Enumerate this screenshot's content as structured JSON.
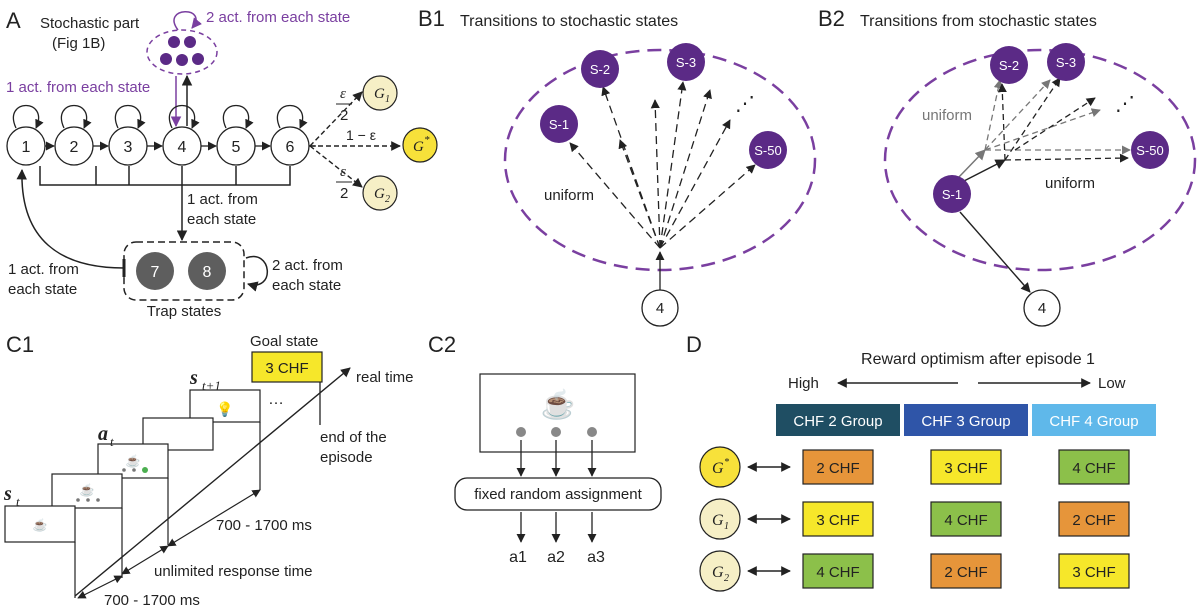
{
  "panel_A": {
    "letter": "A",
    "stochastic_title_1": "Stochastic part",
    "stochastic_title_2": "(Fig 1B)",
    "two_act_label": "2 act. from each state",
    "one_act_label_purple": "1 act. from each state",
    "states": [
      "1",
      "2",
      "3",
      "4",
      "5",
      "6"
    ],
    "trap_states": [
      "7",
      "8"
    ],
    "trap_caption": "Trap states",
    "one_act_middle_1": "1 act. from",
    "one_act_middle_2": "each state",
    "one_act_left_1": "1 act. from",
    "one_act_left_2": "each state",
    "two_act_trap_1": "2 act. from",
    "two_act_trap_2": "each state",
    "goal_G1": "G",
    "goal_G1_sub": "1",
    "goal_Gstar": "G",
    "goal_Gstar_sup": "*",
    "goal_G2": "G",
    "goal_G2_sub": "2",
    "eps": "ε",
    "two": "2",
    "one_minus_eps": "1 − ε"
  },
  "panel_B1": {
    "letter": "B1",
    "title": "Transitions to stochastic states",
    "nodes": [
      "S-1",
      "S-2",
      "S-3",
      "S-50"
    ],
    "dots": "⋰",
    "uniform": "uniform",
    "source": "4"
  },
  "panel_B2": {
    "letter": "B2",
    "title": "Transitions from stochastic states",
    "nodes": [
      "S-2",
      "S-3",
      "S-50",
      "S-1"
    ],
    "dots": "⋰",
    "uniform_gray": "uniform",
    "uniform_black": "uniform",
    "target": "4"
  },
  "panel_C1": {
    "letter": "C1",
    "goal_state": "Goal state",
    "goal_value": "3 CHF",
    "real_time": "real time",
    "end_1": "end of the",
    "end_2": "episode",
    "s_t1": "s",
    "s_t1_sub": "t+1",
    "a_t": "a",
    "a_t_sub": "t",
    "s_t": "s",
    "s_t_sub": "t",
    "ellipsis": "…",
    "dur_1": "700 - 1700 ms",
    "dur_response": "unlimited response time",
    "dur_2": "700 - 1700 ms",
    "cup": "☕",
    "bulb": "💡"
  },
  "panel_C2": {
    "letter": "C2",
    "cup": "☕",
    "assignment": "fixed random assignment",
    "actions": [
      "a1",
      "a2",
      "a3"
    ]
  },
  "panel_D": {
    "letter": "D",
    "title": "Reward optimism after episode 1",
    "high": "High",
    "low": "Low",
    "groups": [
      {
        "label": "CHF 2 Group",
        "color": "#1f4e63"
      },
      {
        "label": "CHF 3 Group",
        "color": "#2f55a8"
      },
      {
        "label": "CHF 4 Group",
        "color": "#5fb8ea"
      }
    ],
    "rows": [
      {
        "goal": "G",
        "mark": "*",
        "kind": "sup",
        "fill": "#f7e13a",
        "cells": [
          "2 CHF",
          "3 CHF",
          "4 CHF"
        ]
      },
      {
        "goal": "G",
        "mark": "1",
        "kind": "sub",
        "fill": "#f6efc6",
        "cells": [
          "3 CHF",
          "4 CHF",
          "2 CHF"
        ]
      },
      {
        "goal": "G",
        "mark": "2",
        "kind": "sub",
        "fill": "#f6efc6",
        "cells": [
          "4 CHF",
          "2 CHF",
          "3 CHF"
        ]
      }
    ],
    "colors": {
      "2 CHF": "#e6953a",
      "3 CHF": "#f6e72a",
      "4 CHF": "#8cc04a"
    }
  }
}
